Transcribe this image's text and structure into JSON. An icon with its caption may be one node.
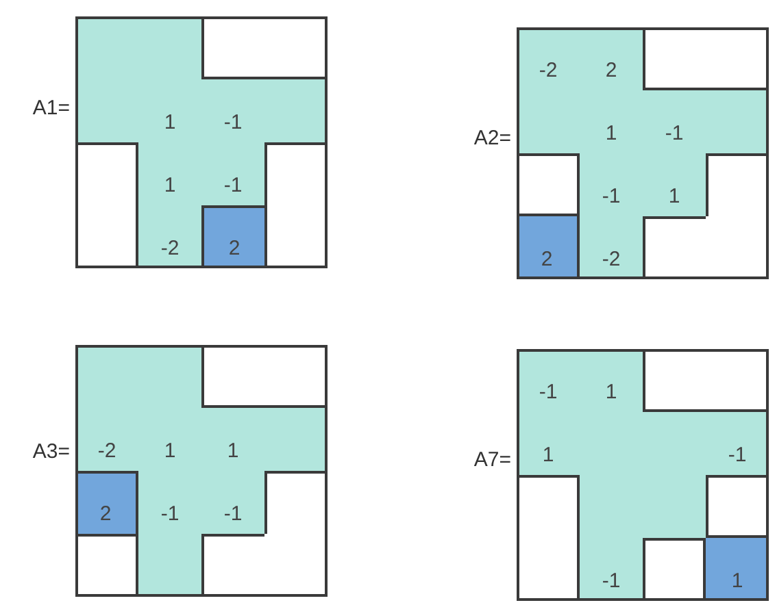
{
  "diagram": {
    "nodes": [
      {
        "text": [],
        "shape": "box",
        "beside": [
          "A1="
        ]
      },
      {
        "text": [
          "1"
        ],
        "in": 0
      },
      {
        "text": [
          "-1"
        ],
        "in": 0
      },
      {
        "text": [
          "1"
        ],
        "in": 0
      },
      {
        "text": [
          "-1"
        ],
        "in": 0
      },
      {
        "text": [
          "-2"
        ],
        "in": 0
      },
      {
        "text": [
          "2"
        ],
        "in": 0
      },
      {
        "text": [],
        "shape": "box",
        "beside": [
          "A2="
        ]
      },
      {
        "text": [
          "-2"
        ],
        "in": 7
      },
      {
        "text": [
          "2"
        ],
        "in": 7
      },
      {
        "text": [
          "1"
        ],
        "in": 7
      },
      {
        "text": [
          "-1"
        ],
        "in": 7
      },
      {
        "text": [
          "-1"
        ],
        "in": 7
      },
      {
        "text": [
          "1"
        ],
        "in": 7
      },
      {
        "text": [
          "2"
        ],
        "in": 7
      },
      {
        "text": [
          "-2"
        ],
        "in": 7
      },
      {
        "text": [],
        "shape": "box",
        "beside": [
          "A3="
        ]
      },
      {
        "text": [
          "-2"
        ],
        "in": 16
      },
      {
        "text": [
          "1"
        ],
        "in": 16
      },
      {
        "text": [
          "1"
        ],
        "in": 16
      },
      {
        "text": [
          "2"
        ],
        "in": 16
      },
      {
        "text": [
          "-1"
        ],
        "in": 16
      },
      {
        "text": [
          "-1"
        ],
        "in": 16
      },
      {
        "text": [],
        "shape": "box",
        "beside": [
          "A7="
        ]
      },
      {
        "text": [
          "-1"
        ],
        "in": 23
      },
      {
        "text": [
          "1"
        ],
        "in": 23
      },
      {
        "text": [
          "1"
        ],
        "in": 23
      },
      {
        "text": [
          "-1"
        ],
        "in": 23
      },
      {
        "text": [
          "-1"
        ],
        "in": 23
      },
      {
        "text": [
          "1"
        ],
        "in": 23
      }
    ]
  }
}
